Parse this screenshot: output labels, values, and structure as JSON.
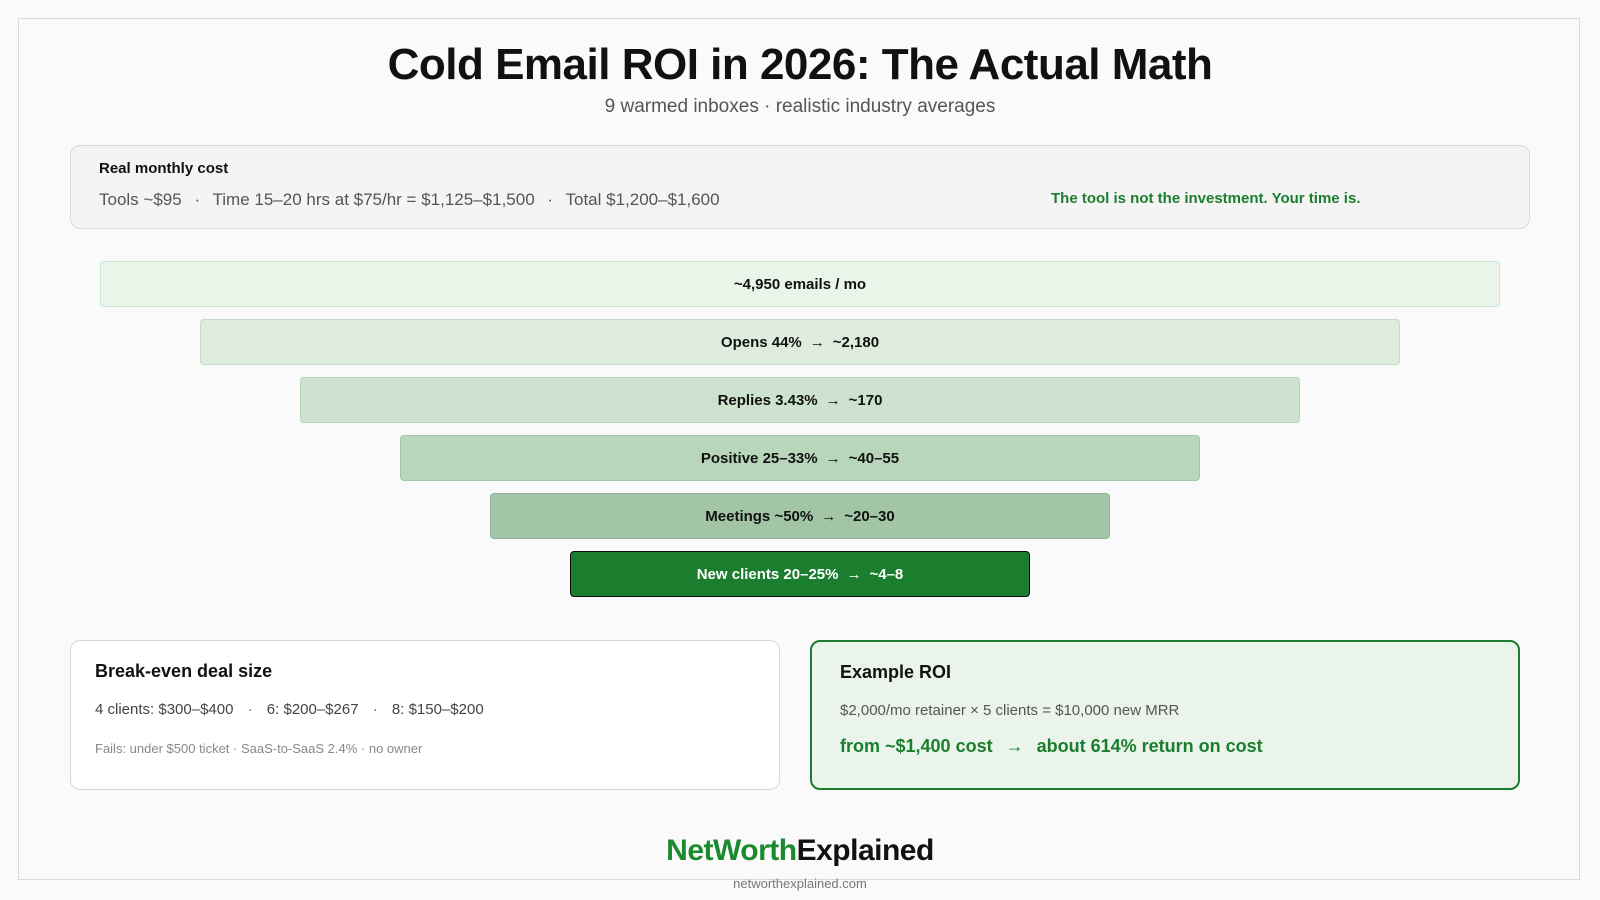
{
  "header": {
    "title": "Cold Email ROI in 2026: The Actual Math",
    "subtitle": "9 warmed inboxes · realistic industry averages"
  },
  "cost": {
    "heading": "Real monthly cost",
    "tools": "Tools ~$95",
    "time": "Time 15–20 hrs at $75/hr = $1,125–$1,500",
    "total": "Total $1,200–$1,600",
    "separator": "·",
    "note": "The tool is not the investment. Your time is."
  },
  "funnel": {
    "arrow": "→",
    "stages": [
      {
        "label": "~4,950 emails / mo",
        "result": ""
      },
      {
        "label": "Opens 44%",
        "result": "~2,180"
      },
      {
        "label": "Replies 3.43%",
        "result": "~170"
      },
      {
        "label": "Positive 25–33%",
        "result": "~40–55"
      },
      {
        "label": "Meetings ~50%",
        "result": "~20–30"
      },
      {
        "label": "New clients 20–25%",
        "result": "~4–8"
      }
    ],
    "colors": {
      "fills": [
        "#eaf5ea",
        "#deecde",
        "#cde3cf",
        "#b8d6ba",
        "#a2c6a5",
        "#1b7d2e"
      ],
      "borders": [
        "#d2e3d3",
        "#c6dbc7",
        "#bad4bc",
        "#a4c6a7",
        "#8fb592",
        "#0a0a0a"
      ],
      "final_text": "#ffffff"
    }
  },
  "breakeven": {
    "title": "Break-even deal size",
    "items": [
      "4 clients: $300–$400",
      "6: $200–$267",
      "8: $150–$200"
    ],
    "separator": "·",
    "fails": "Fails: under $500 ticket · SaaS-to-SaaS 2.4% · no owner"
  },
  "roi": {
    "title": "Example ROI",
    "line": "$2,000/mo retainer × 5 clients = $10,000 new MRR",
    "result_from": "from ~$1,400 cost",
    "arrow": "→",
    "result_to": "about 614% return on cost"
  },
  "brand": {
    "name_part1": "NetWorth",
    "name_part2": "Explained",
    "url": "networthexplained.com"
  },
  "colors": {
    "accent": "#1b7d2e"
  }
}
